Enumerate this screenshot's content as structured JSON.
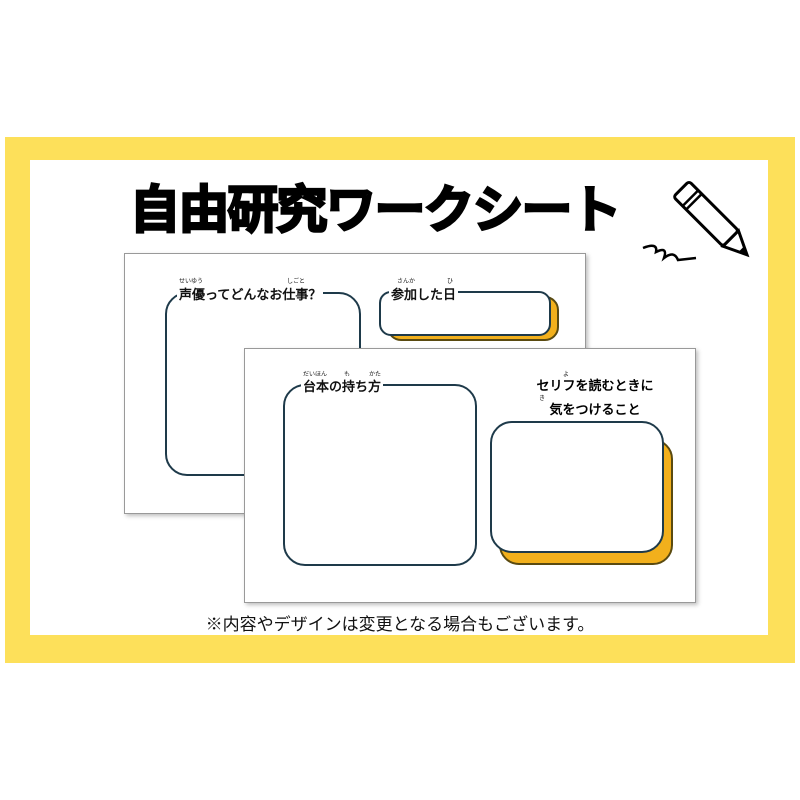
{
  "title": "自由研究ワークシート",
  "back_sheet": {
    "q1": {
      "label": "声優ってどんなお仕事？",
      "ruby1": "せいゆう",
      "ruby2": "しごと"
    },
    "q2": {
      "label": "参加した日",
      "ruby1": "さんか",
      "ruby2": "ひ"
    }
  },
  "front_sheet": {
    "q3": {
      "label": "台本の持ち方",
      "ruby1": "だいほん",
      "ruby2": "も",
      "ruby3": "かた"
    },
    "q4": {
      "line1": "セリフを読むときに",
      "line2": "気をつけること",
      "ruby1": "よ",
      "ruby2": "き"
    }
  },
  "note": "※内容やデザインは変更となる場合もございます。",
  "colors": {
    "frame": "#fde05a",
    "accent": "#f2b01c"
  },
  "icon": "pencil-icon"
}
